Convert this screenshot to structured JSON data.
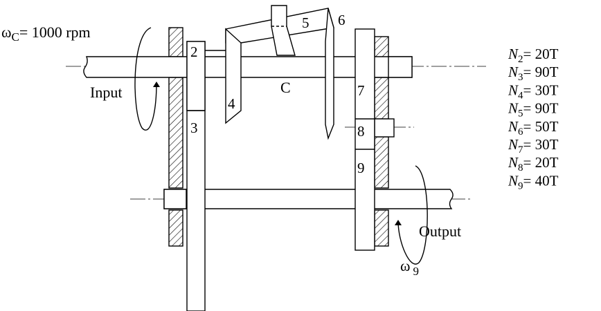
{
  "input": {
    "speed_label": "ω",
    "speed_sub": "C",
    "speed_value": "= 1000 rpm",
    "shaft_label": "Input"
  },
  "output": {
    "shaft_label": "Output",
    "speed_label": "ω",
    "speed_sub": "9"
  },
  "carrier_label": "C",
  "gear_labels": [
    "2",
    "3",
    "4",
    "5",
    "6",
    "7",
    "8",
    "9"
  ],
  "teeth": [
    {
      "sym": "N",
      "sub": "2",
      "val": "= 20T"
    },
    {
      "sym": "N",
      "sub": "3",
      "val": "= 90T"
    },
    {
      "sym": "N",
      "sub": "4",
      "val": "= 30T"
    },
    {
      "sym": "N",
      "sub": "5",
      "val": "= 90T"
    },
    {
      "sym": "N",
      "sub": "6",
      "val": "= 50T"
    },
    {
      "sym": "N",
      "sub": "7",
      "val": "= 30T"
    },
    {
      "sym": "N",
      "sub": "8",
      "val": "= 20T"
    },
    {
      "sym": "N",
      "sub": "9",
      "val": "= 40T"
    }
  ]
}
